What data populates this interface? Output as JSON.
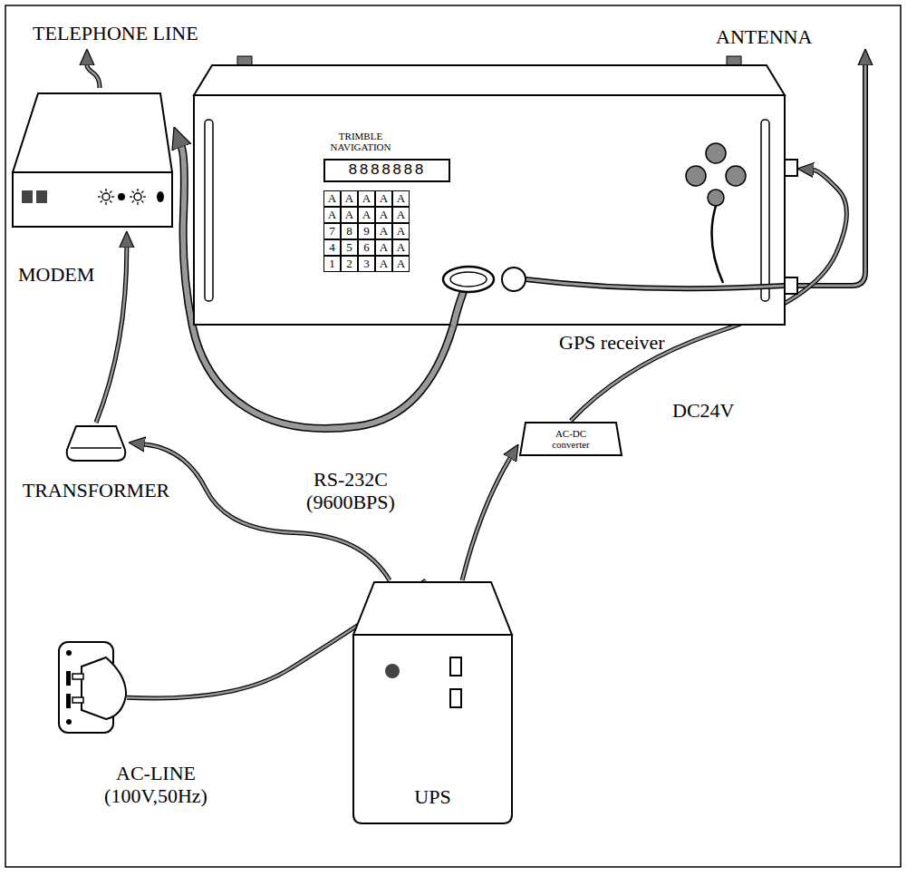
{
  "diagram": {
    "nodes": [
      {
        "text": [
          "GPS receiver"
        ]
      },
      {
        "text": [
          "MODEM"
        ]
      },
      {
        "text": [
          "TRANSFORMER"
        ]
      },
      {
        "text": [
          "AC-DC converter"
        ]
      },
      {
        "text": [
          "UPS"
        ]
      },
      {
        "text": [
          "AC-LINE (100V,50Hz)"
        ]
      }
    ],
    "edges": [
      {
        "from": 0,
        "to": 1,
        "arrow": "to",
        "label": "RS-232C (9600BPS)"
      },
      {
        "from": 2,
        "to": 1,
        "arrow": "to"
      },
      {
        "from": 4,
        "to": 2,
        "arrow": "to"
      },
      {
        "from": 4,
        "to": 3,
        "arrow": "to"
      },
      {
        "from": 3,
        "to": 0,
        "arrow": "to",
        "label": "DC24V"
      },
      {
        "from": 5,
        "to": 4,
        "arrow": "none"
      }
    ],
    "labels": [
      "TELEPHONE LINE",
      "ANTENNA",
      "TRIMBLE NAVIGATION",
      "8888888",
      "A",
      "A",
      "A",
      "A",
      "A",
      "A",
      "A",
      "A",
      "A",
      "A",
      "7",
      "8",
      "9",
      "A",
      "A",
      "4",
      "5",
      "6",
      "A",
      "A",
      "1",
      "2",
      "3",
      "A",
      "A"
    ]
  }
}
